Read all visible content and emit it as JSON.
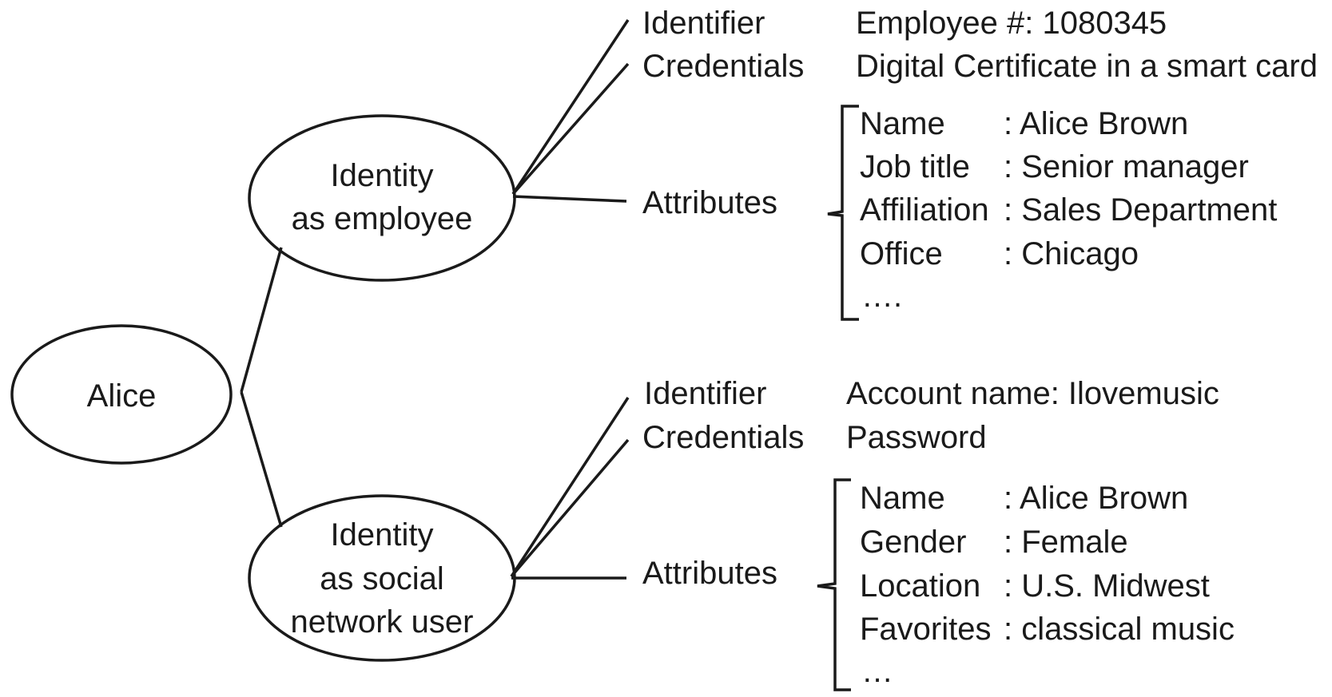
{
  "root": {
    "label": "Alice"
  },
  "identities": [
    {
      "label_lines": [
        "Identity",
        "as employee"
      ],
      "identifier_label": "Identifier",
      "identifier_value": "Employee #: 1080345",
      "credentials_label": "Credentials",
      "credentials_value": "Digital Certificate in a smart card",
      "attributes_label": "Attributes",
      "attributes": [
        {
          "key": "Name",
          "value": ": Alice Brown"
        },
        {
          "key": "Job title",
          "value": ": Senior manager"
        },
        {
          "key": "Affiliation",
          "value": ": Sales Department"
        },
        {
          "key": "Office",
          "value": ": Chicago"
        }
      ],
      "ellipsis": "…."
    },
    {
      "label_lines": [
        "Identity",
        "as social",
        "network user"
      ],
      "identifier_label": "Identifier",
      "identifier_value": "Account name:  Ilovemusic",
      "credentials_label": "Credentials",
      "credentials_value": "Password",
      "attributes_label": "Attributes",
      "attributes": [
        {
          "key": "Name",
          "value": ":  Alice Brown"
        },
        {
          "key": "Gender",
          "value": ":  Female"
        },
        {
          "key": "Location",
          "value": ":  U.S. Midwest"
        },
        {
          "key": "Favorites",
          "value": ": classical music"
        }
      ],
      "ellipsis": "…"
    }
  ]
}
